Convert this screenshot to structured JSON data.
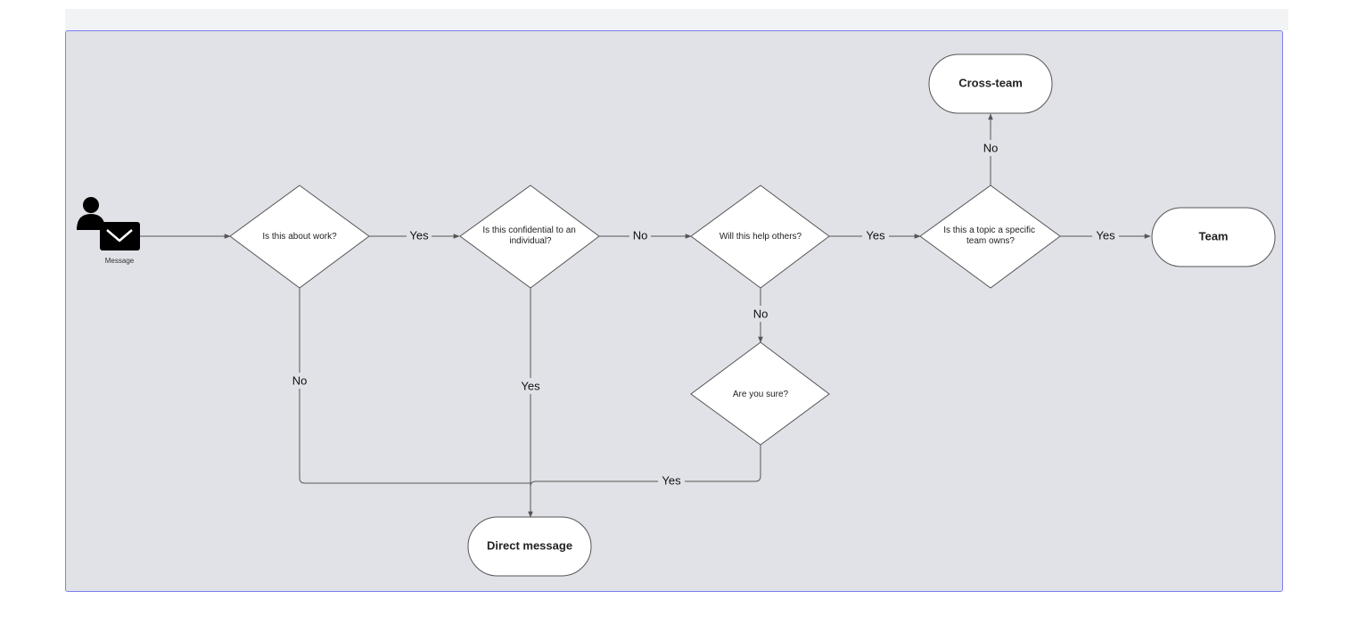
{
  "source": {
    "label": "Message",
    "icon": "person-mail-icon"
  },
  "questions": {
    "work": [
      "Is this about work?"
    ],
    "confidential": [
      "Is this confidential to an",
      "individual?"
    ],
    "help_others": [
      "Will this help others?"
    ],
    "sure": [
      "Are you sure?"
    ],
    "team_owns": [
      "Is this a topic a specific",
      "team owns?"
    ]
  },
  "outcomes": {
    "cross_team": "Cross-team",
    "team": "Team",
    "direct_message": "Direct message"
  },
  "edges": {
    "work_yes": "Yes",
    "work_no": "No",
    "confidential_no": "No",
    "confidential_yes": "Yes",
    "help_yes": "Yes",
    "help_no": "No",
    "sure_yes": "Yes",
    "team_owns_yes": "Yes",
    "team_owns_no": "No"
  },
  "colors": {
    "canvas": "#e0e2e7",
    "frame_border": "#7b7ff0",
    "node_fill": "#ffffff",
    "stroke": "#555555"
  }
}
